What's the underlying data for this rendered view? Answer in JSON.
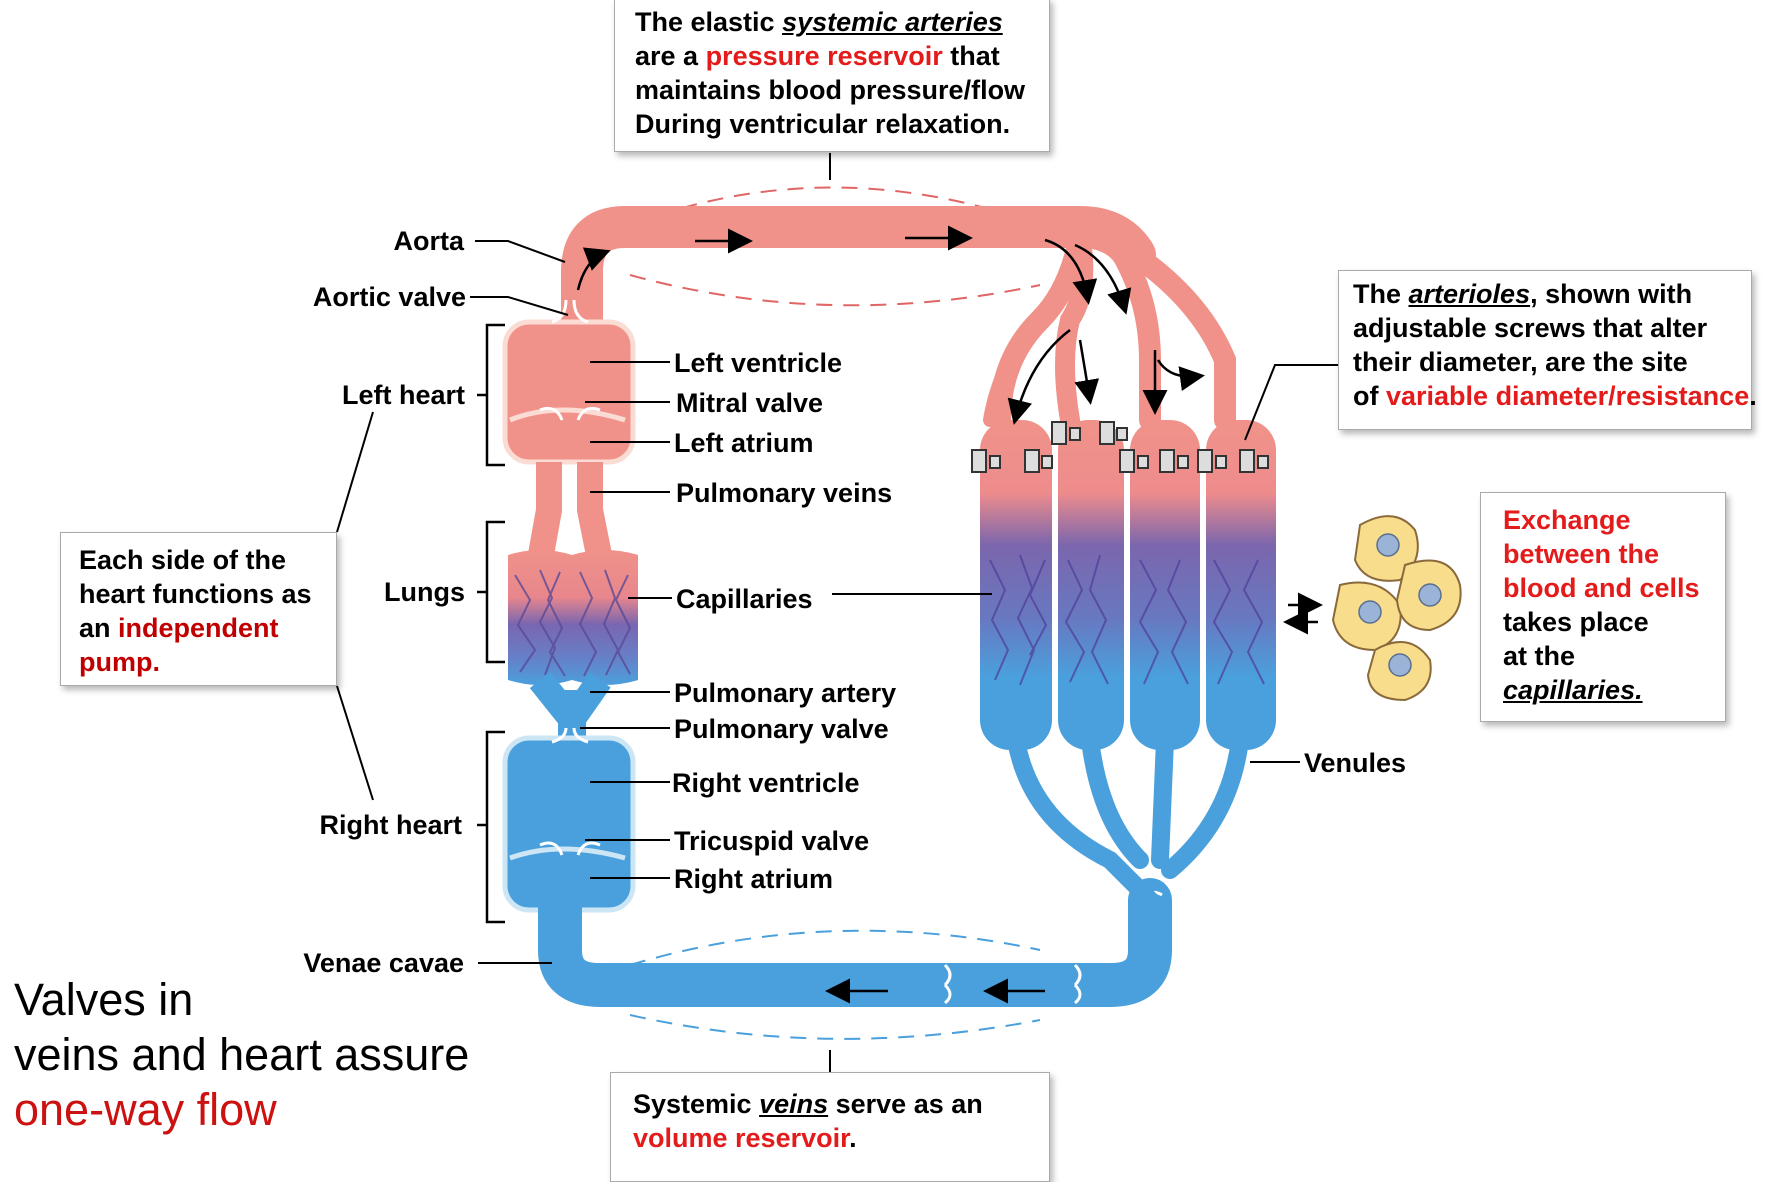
{
  "callouts": {
    "arteries": {
      "pre": "The elastic ",
      "em": "systemic arteries",
      "line2_pre": "are a ",
      "highlight": "pressure reservoir",
      "line2_post": " that",
      "line3": "maintains blood pressure/flow",
      "line4": "During ventricular relaxation."
    },
    "arterioles": {
      "pre": "The ",
      "em": "arterioles",
      "line1_post": ", shown with",
      "line2": "adjustable screws that alter",
      "line3": "their diameter, are the site",
      "line4_pre": "of ",
      "highlight": "variable diameter/resistance",
      "line4_post": "."
    },
    "exchange": {
      "line1": "Exchange",
      "line2": "between the",
      "line3": "blood and cells",
      "line4": "takes place",
      "line5": "at the",
      "em": "capillaries."
    },
    "pump": {
      "line1": "Each side of the",
      "line2": "heart functions as",
      "line3_pre": "an ",
      "highlight": "independent",
      "line4": "pump."
    },
    "veins": {
      "pre": "Systemic ",
      "em": "veins",
      "post": " serve as an",
      "highlight": "volume reservoir",
      "end": "."
    }
  },
  "labels": {
    "aorta": "Aorta",
    "aortic_valve": "Aortic valve",
    "left_heart": "Left heart",
    "lungs": "Lungs",
    "right_heart": "Right heart",
    "venae_cavae": "Venae cavae",
    "left_ventricle": "Left ventricle",
    "mitral_valve": "Mitral valve",
    "left_atrium": "Left atrium",
    "pulmonary_veins": "Pulmonary veins",
    "capillaries": "Capillaries",
    "pulmonary_artery": "Pulmonary artery",
    "pulmonary_valve": "Pulmonary valve",
    "right_ventricle": "Right ventricle",
    "tricuspid_valve": "Tricuspid valve",
    "right_atrium": "Right atrium",
    "venules": "Venules"
  },
  "caption": {
    "line1": "Valves in",
    "line2": "veins and heart assure",
    "highlight": "one-way flow"
  },
  "colors": {
    "arterial": "#f0928a",
    "venous": "#4aa0dc",
    "capillary": "#6a5aa8",
    "highlight_red": "#e41b1b",
    "cell": "#f7dd8c",
    "nucleus": "#9ab3d6"
  }
}
